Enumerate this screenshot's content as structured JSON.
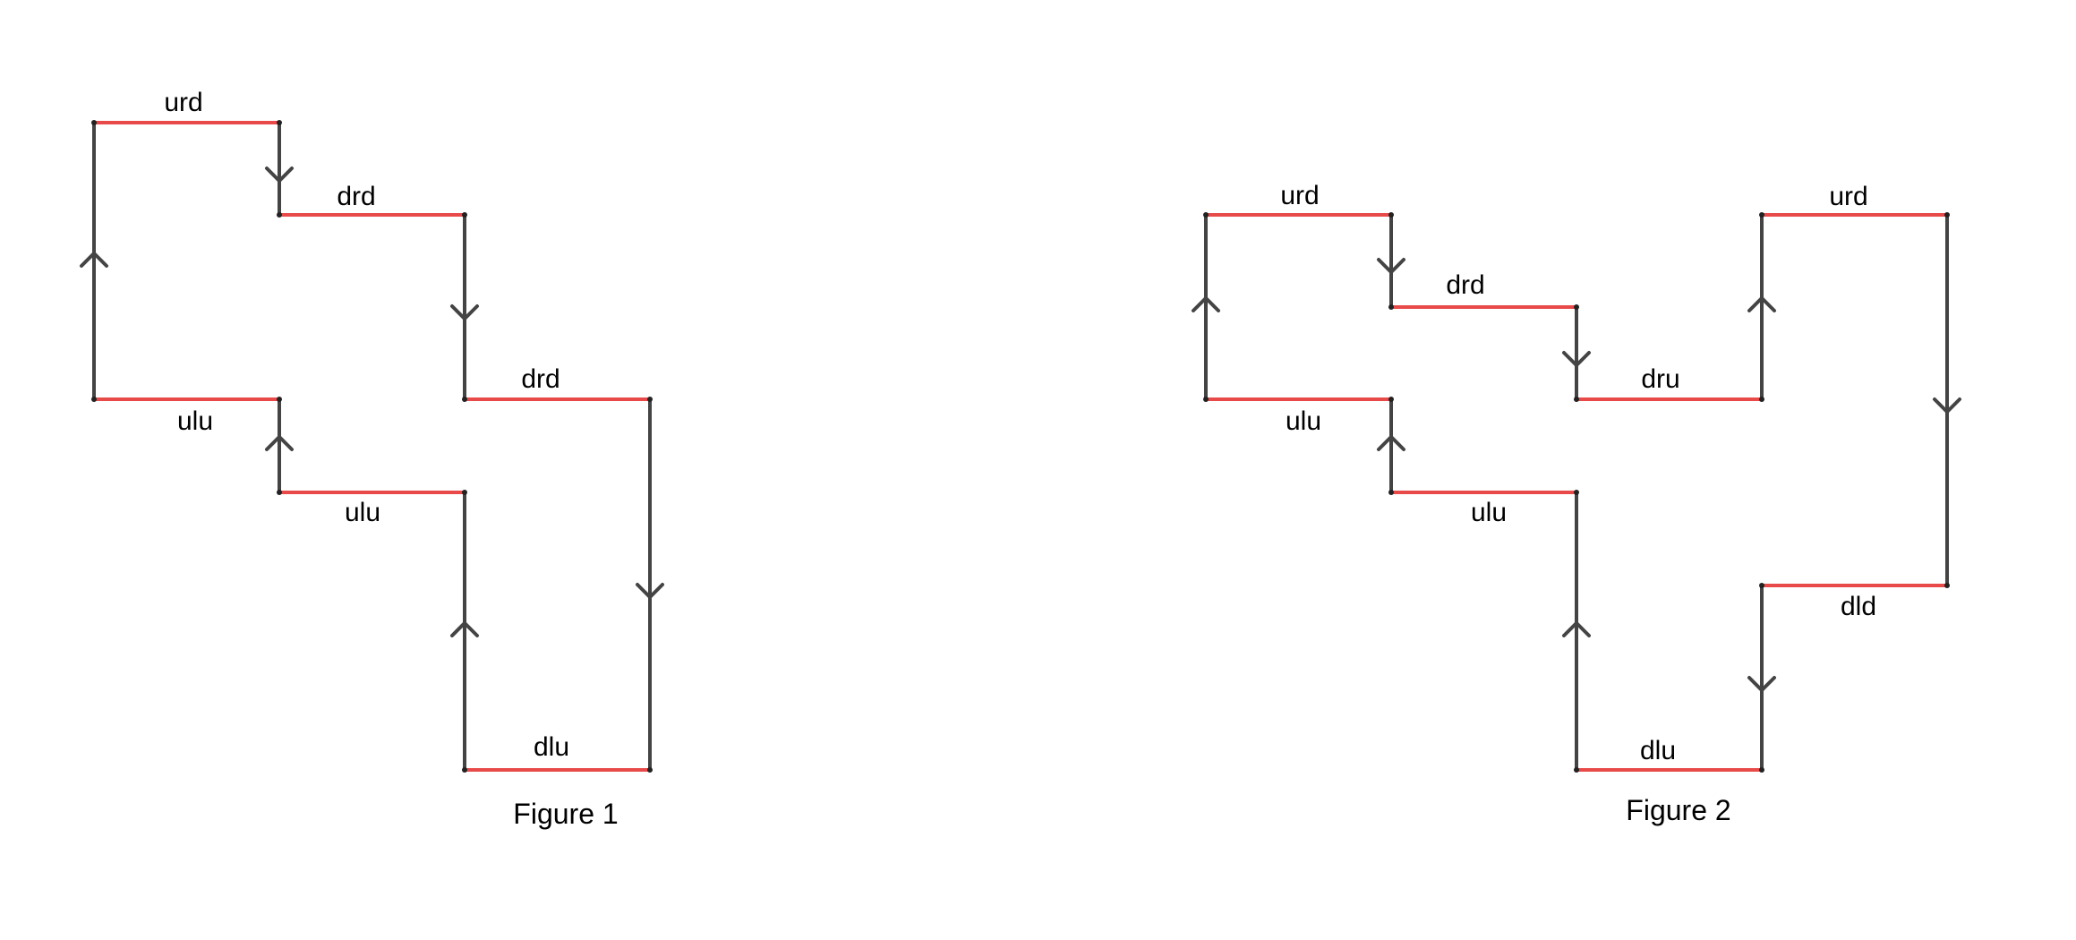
{
  "colors": {
    "horizontal_edge": "#e84a4a",
    "vertical_edge": "#444444",
    "arrow": "#444444",
    "vertex": "#222222"
  },
  "figures": [
    {
      "caption": "Figure 1",
      "edges": [
        {
          "label": "urd",
          "type": "horizontal"
        },
        {
          "label": "drd",
          "type": "horizontal"
        },
        {
          "label": "drd",
          "type": "horizontal"
        },
        {
          "label": "ulu",
          "type": "horizontal"
        },
        {
          "label": "ulu",
          "type": "horizontal"
        },
        {
          "label": "dlu",
          "type": "horizontal"
        },
        {
          "direction": "up",
          "type": "vertical"
        },
        {
          "direction": "down",
          "type": "vertical"
        },
        {
          "direction": "down",
          "type": "vertical"
        },
        {
          "direction": "up",
          "type": "vertical"
        },
        {
          "direction": "down",
          "type": "vertical"
        },
        {
          "direction": "up",
          "type": "vertical"
        }
      ]
    },
    {
      "caption": "Figure 2",
      "edges": [
        {
          "label": "urd",
          "type": "horizontal"
        },
        {
          "label": "drd",
          "type": "horizontal"
        },
        {
          "label": "dru",
          "type": "horizontal"
        },
        {
          "label": "urd",
          "type": "horizontal"
        },
        {
          "label": "ulu",
          "type": "horizontal"
        },
        {
          "label": "ulu",
          "type": "horizontal"
        },
        {
          "label": "dld",
          "type": "horizontal"
        },
        {
          "label": "dlu",
          "type": "horizontal"
        },
        {
          "direction": "up",
          "type": "vertical"
        },
        {
          "direction": "down",
          "type": "vertical"
        },
        {
          "direction": "down",
          "type": "vertical"
        },
        {
          "direction": "up",
          "type": "vertical"
        },
        {
          "direction": "down",
          "type": "vertical"
        },
        {
          "direction": "up",
          "type": "vertical"
        },
        {
          "direction": "down",
          "type": "vertical"
        },
        {
          "direction": "up",
          "type": "vertical"
        }
      ]
    }
  ]
}
